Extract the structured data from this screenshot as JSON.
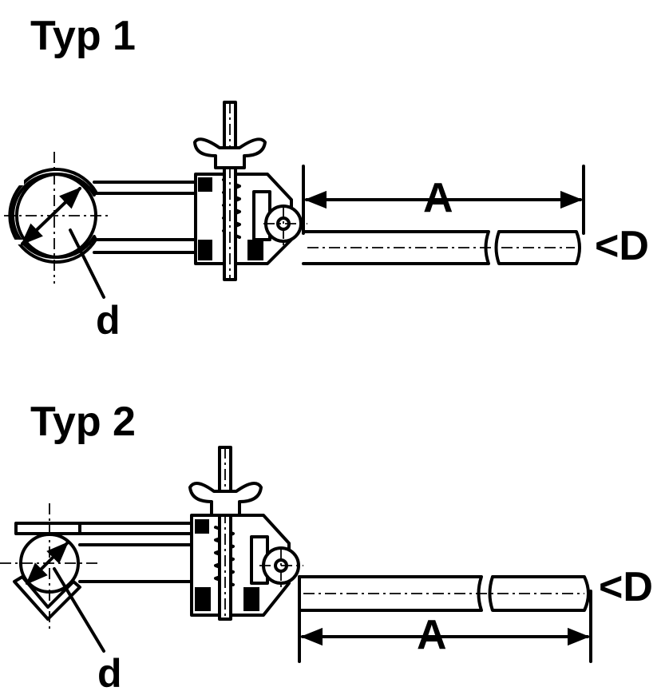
{
  "type1": {
    "title": "Typ 1",
    "dim_a": "A",
    "dim_d": "<D",
    "dim_small_d": "d"
  },
  "type2": {
    "title": "Typ 2",
    "dim_a": "A",
    "dim_d": "<D",
    "dim_small_d": "d"
  }
}
